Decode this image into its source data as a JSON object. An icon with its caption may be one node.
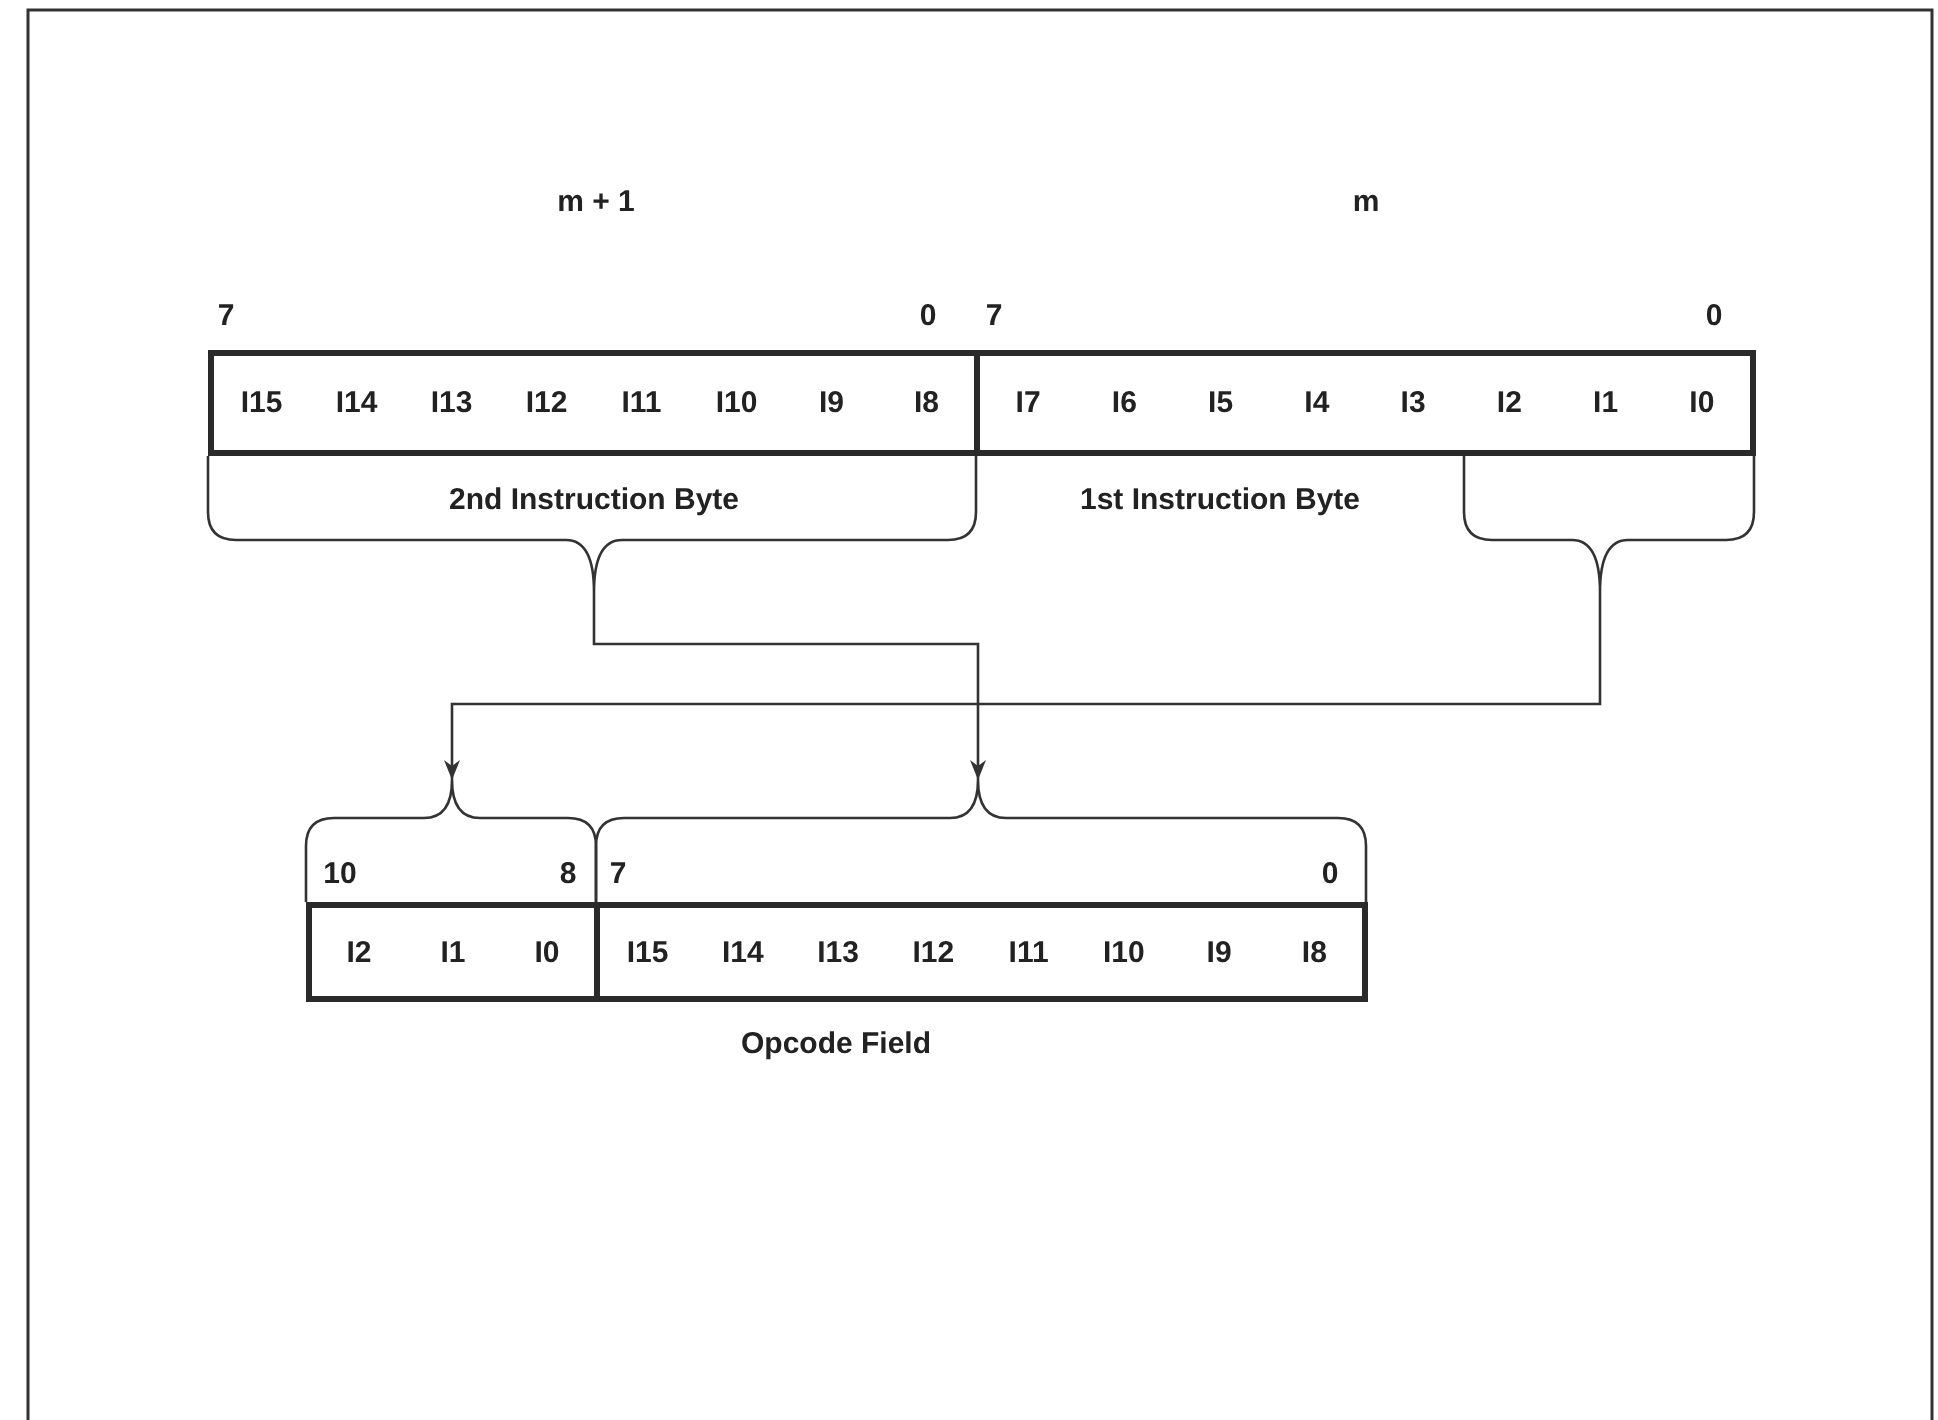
{
  "diagram": {
    "nodes": [
      {
        "text": [
          "I15",
          "I14",
          "I13",
          "I12",
          "I11",
          "I10",
          "I9",
          "I8"
        ],
        "beside": [
          "7",
          "0",
          "2nd Instruction Byte"
        ]
      },
      {
        "text": [
          "I7",
          "I6",
          "I5",
          "I4",
          "I3",
          "I2",
          "I1",
          "I0"
        ],
        "beside": [
          "7",
          "0",
          "1st Instruction Byte"
        ]
      },
      {
        "text": [
          "I2",
          "I1",
          "I0"
        ],
        "beside": [
          "10",
          "8"
        ]
      },
      {
        "text": [
          "I15",
          "I14",
          "I13",
          "I12",
          "I11",
          "I10",
          "I9",
          "I8"
        ],
        "beside": [
          "7",
          "0"
        ]
      }
    ],
    "edges": [
      {
        "from": 0,
        "to": 3,
        "arrow": "to"
      },
      {
        "from": 1,
        "to": 2,
        "arrow": "to"
      }
    ],
    "labels": [
      "m + 1",
      "m",
      "Opcode Field"
    ]
  }
}
